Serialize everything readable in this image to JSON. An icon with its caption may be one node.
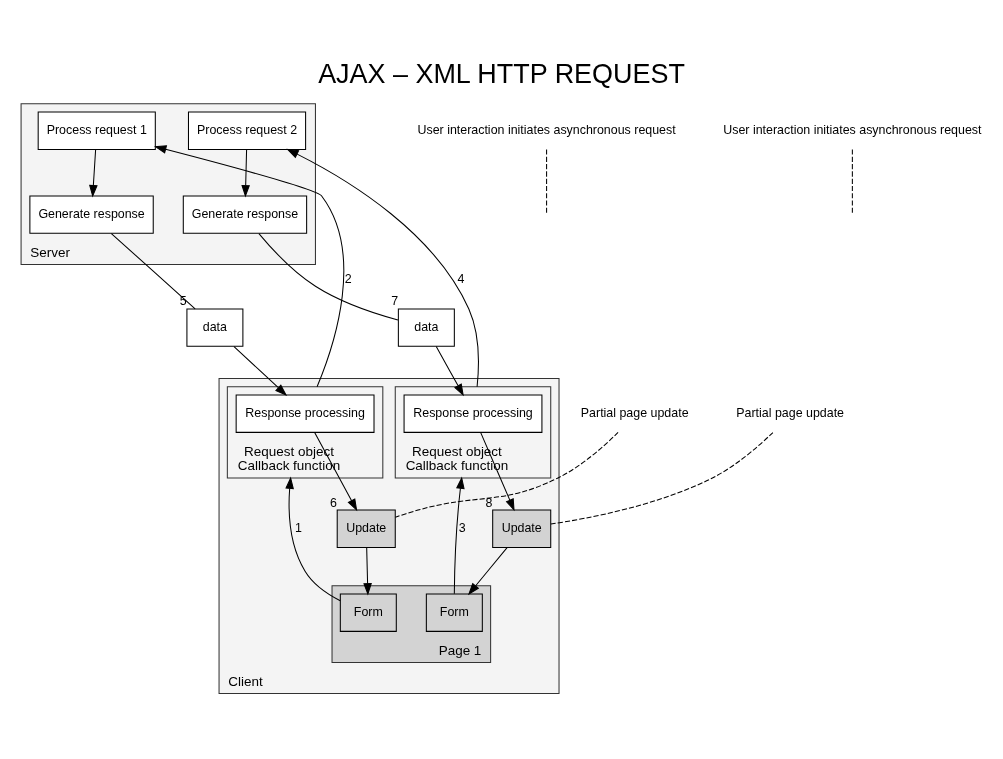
{
  "diagram": {
    "title": "AJAX – XML HTTP REQUEST",
    "nodes": [
      {
        "text": [
          "Server"
        ]
      },
      {
        "text": [
          "Process request 1"
        ],
        "in": 0
      },
      {
        "text": [
          "Generate response"
        ],
        "in": 0
      },
      {
        "text": [
          "Process request 2"
        ],
        "in": 0
      },
      {
        "text": [
          "Generate response"
        ],
        "in": 0
      },
      {
        "text": [
          "data"
        ],
        "beside": [
          "5"
        ]
      },
      {
        "text": [
          "data"
        ],
        "beside": [
          "7"
        ]
      },
      {
        "text": [
          "Client"
        ]
      },
      {
        "text": [
          "Request object",
          "Callback function"
        ],
        "in": 7
      },
      {
        "text": [
          "Response processing"
        ],
        "in": 8
      },
      {
        "text": [
          "Update"
        ],
        "in": 7,
        "beside": [
          "6"
        ]
      },
      {
        "text": [
          "Page 1"
        ],
        "in": 7
      },
      {
        "text": [
          "Form"
        ],
        "in": 11
      },
      {
        "text": [
          "Form"
        ],
        "in": 11
      },
      {
        "text": [
          "Update"
        ],
        "in": 7,
        "beside": [
          "8"
        ]
      },
      {
        "text": [
          "Request object",
          "Callback function"
        ],
        "in": 7
      },
      {
        "text": [
          "Response processing"
        ],
        "in": 15
      },
      {
        "text": [
          "User interaction initiates asynchronous request"
        ]
      },
      {
        "text": [
          "Partial page update"
        ]
      },
      {
        "text": [
          "Partial page update"
        ]
      },
      {
        "text": [
          "User interaction initiates asynchronous request"
        ]
      }
    ],
    "edges": [
      {
        "from": 1,
        "to": 2,
        "arrow": "to"
      },
      {
        "from": 2,
        "to": 5,
        "arrow": "none"
      },
      {
        "from": 5,
        "to": 9,
        "arrow": "to"
      },
      {
        "from": 8,
        "to": 1,
        "arrow": "to",
        "label": "2"
      },
      {
        "from": 12,
        "to": 8,
        "arrow": "to",
        "label": "1"
      },
      {
        "from": 9,
        "to": 10,
        "arrow": "to"
      },
      {
        "from": 10,
        "to": 12,
        "arrow": "to"
      },
      {
        "from": 3,
        "to": 4,
        "arrow": "to"
      },
      {
        "from": 4,
        "to": 6,
        "arrow": "none"
      },
      {
        "from": 6,
        "to": 16,
        "arrow": "to"
      },
      {
        "from": 15,
        "to": 3,
        "arrow": "to",
        "label": "4"
      },
      {
        "from": 13,
        "to": 15,
        "arrow": "to",
        "label": "3"
      },
      {
        "from": 16,
        "to": 14,
        "arrow": "to"
      },
      {
        "from": 14,
        "to": 13,
        "arrow": "to"
      },
      {
        "from": 17,
        "to": null,
        "arrow": "none",
        "style": "dashed"
      },
      {
        "from": 18,
        "to": 14,
        "arrow": "none",
        "style": "dashed"
      },
      {
        "from": 19,
        "to": 10,
        "arrow": "none",
        "style": "dashed"
      },
      {
        "from": 20,
        "to": null,
        "arrow": "none",
        "style": "dashed"
      }
    ]
  }
}
